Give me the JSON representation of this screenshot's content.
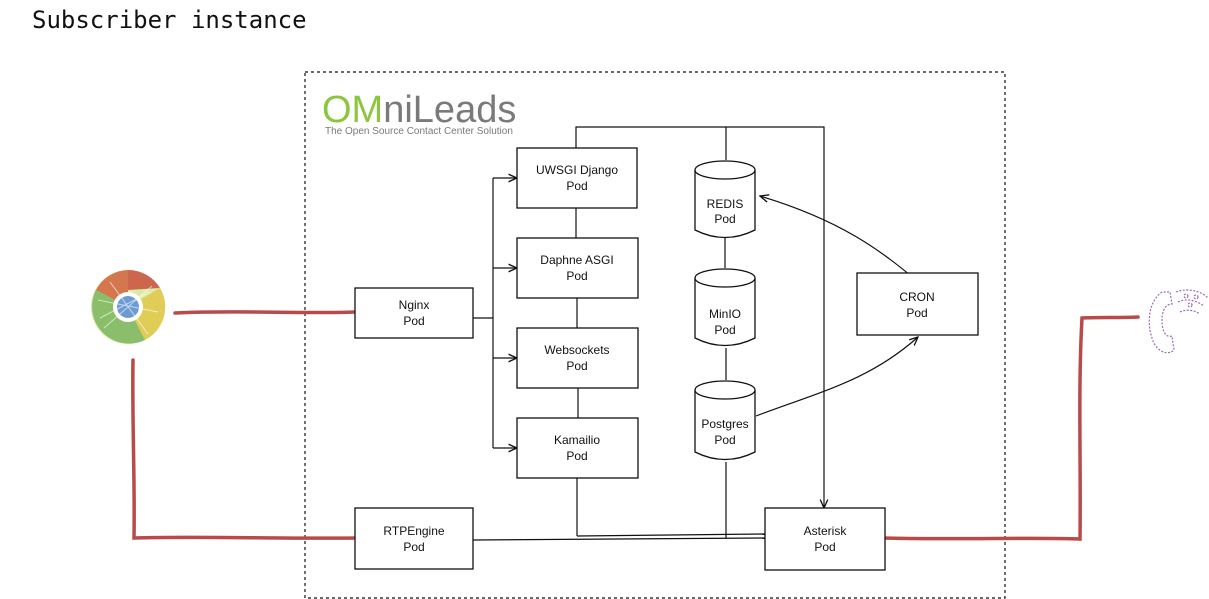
{
  "title": "Subscriber instance",
  "logo": {
    "brand_om": "OM",
    "brand_rest": "niLeads",
    "tagline": "The Open Source Contact Center Solution",
    "color_om": "#8cc63f",
    "color_rest": "#7a7a7a"
  },
  "nodes": {
    "uwsgi": {
      "line1": "UWSGI Django",
      "line2": "Pod"
    },
    "daphne": {
      "line1": "Daphne ASGI",
      "line2": "Pod"
    },
    "websockets": {
      "line1": "Websockets",
      "line2": "Pod"
    },
    "kamailio": {
      "line1": "Kamailio",
      "line2": "Pod"
    },
    "nginx": {
      "line1": "Nginx",
      "line2": "Pod"
    },
    "rtpengine": {
      "line1": "RTPEngine",
      "line2": "Pod"
    },
    "asterisk": {
      "line1": "Asterisk",
      "line2": "Pod"
    },
    "cron": {
      "line1": "CRON",
      "line2": "Pod"
    },
    "redis": {
      "line1": "REDIS",
      "line2": "Pod"
    },
    "minio": {
      "line1": "MinIO",
      "line2": "Pod"
    },
    "postgres": {
      "line1": "Postgres",
      "line2": "Pod"
    }
  },
  "icons": {
    "browser": "browser-chrome-icon",
    "phone": "telephone-icon"
  },
  "colors": {
    "external_link": "#b84a4a",
    "line": "#111111"
  }
}
